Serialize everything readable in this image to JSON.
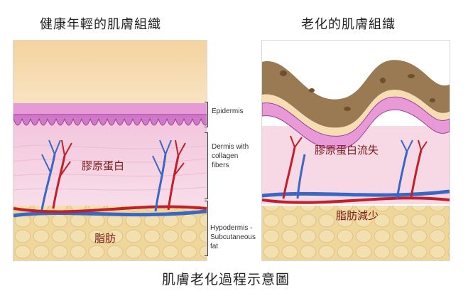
{
  "titles": {
    "healthy": "健康年輕的肌膚組織",
    "aged": "老化的肌膚組織",
    "caption": "肌膚老化過程示意圖"
  },
  "layers": {
    "epidermis": "Epidermis",
    "dermis": "Dermis with collagen fibers",
    "hypodermis": "Hypodermis - Subcutaneous fat"
  },
  "healthy_panel": {
    "collagen_label": "膠原蛋白",
    "fat_label": "脂肪"
  },
  "aged_panel": {
    "collagen_label": "膠原蛋白流失",
    "fat_label": "脂肪減少"
  },
  "colors": {
    "surface": "#f6ddb4",
    "epidermis": "#e89ad6",
    "dermis": "#f6d7e4",
    "fat": "#efd79c",
    "aged_crust": "#9a7a52",
    "artery": "#c0202a",
    "vein": "#3a66c4",
    "label_text": "#7a1a1a"
  }
}
